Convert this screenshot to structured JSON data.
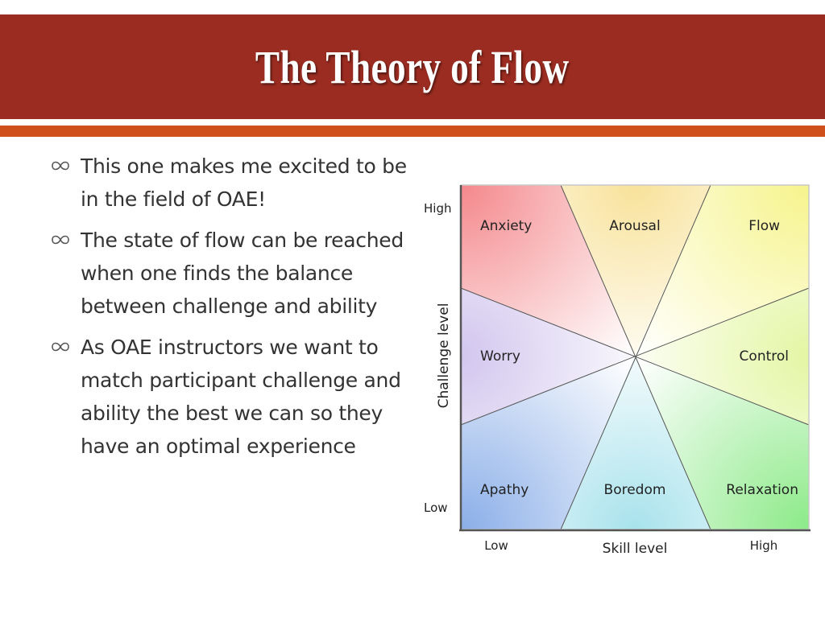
{
  "slide": {
    "title": "The Theory of Flow",
    "accent_color": "#9b2c21",
    "rule_color": "#d0501c",
    "bullet_icon": "infinity-loop-icon"
  },
  "bullets": [
    {
      "text": "This one makes me excited to be in the field of OAE!"
    },
    {
      "text": "The state of flow can be reached when one finds the balance between challenge and ability"
    },
    {
      "text": "As OAE instructors we want to match participant challenge and ability the best we can so they have an optimal experience"
    }
  ],
  "diagram": {
    "x_axis_label": "Skill level",
    "y_axis_label": "Challenge level",
    "x_low": "Low",
    "x_high": "High",
    "y_low": "Low",
    "y_high": "High",
    "regions": {
      "anxiety": "Anxiety",
      "arousal": "Arousal",
      "flow": "Flow",
      "worry": "Worry",
      "control": "Control",
      "apathy": "Apathy",
      "boredom": "Boredom",
      "relaxation": "Relaxation"
    }
  }
}
